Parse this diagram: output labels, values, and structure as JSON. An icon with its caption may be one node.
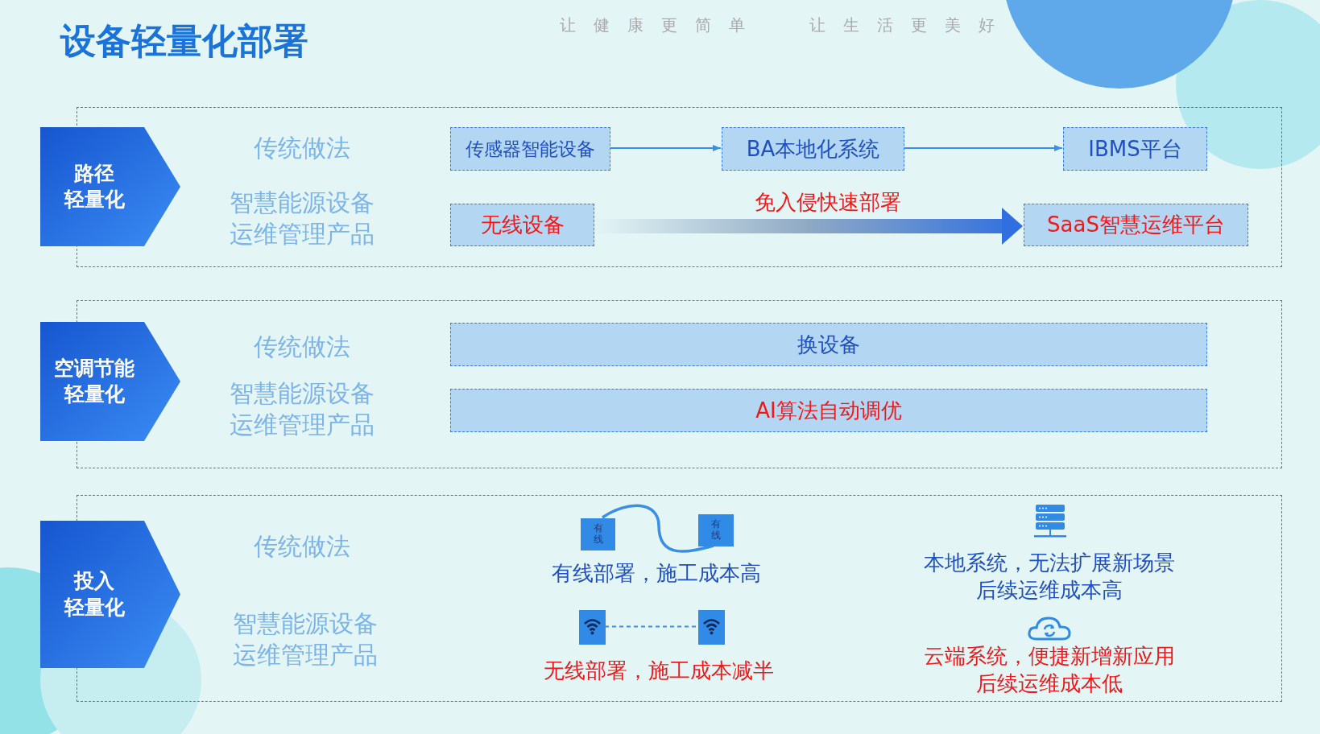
{
  "diagram": {
    "title": "设备轻量化部署",
    "nodes": [
      {
        "text": [],
        "shape": "box"
      },
      {
        "text": [
          "路径轻量化"
        ]
      },
      {
        "text": [
          "传感器智能设备"
        ],
        "in": 0
      },
      {
        "text": [
          "BA本地化系统"
        ],
        "in": 0
      },
      {
        "text": [
          "IBMS平台"
        ],
        "in": 0
      },
      {
        "text": [
          "无线设备"
        ],
        "in": 0
      },
      {
        "text": [
          "SaaS智慧运维平台"
        ],
        "in": 0
      },
      {
        "text": [],
        "shape": "box"
      },
      {
        "text": [
          "空调节能轻量化"
        ]
      },
      {
        "text": [
          "换设备"
        ],
        "in": 7
      },
      {
        "text": [
          "AI算法自动调优"
        ],
        "in": 7
      },
      {
        "text": [],
        "shape": "box"
      },
      {
        "text": [
          "投入轻量化"
        ]
      },
      {
        "text": [
          "有线"
        ],
        "in": 11
      },
      {
        "text": [
          "有线"
        ],
        "in": 11
      },
      {
        "text": [],
        "shape": "picture",
        "in": 11
      },
      {
        "text": [],
        "shape": "picture",
        "in": 11
      }
    ],
    "edges": [
      {
        "from": 2,
        "to": 3,
        "arrow": "to"
      },
      {
        "from": 3,
        "to": 4,
        "arrow": "to"
      },
      {
        "from": 5,
        "to": 6,
        "arrow": "to",
        "label": "免入侵快速部署",
        "style": "thick"
      },
      {
        "from": 13,
        "to": 14,
        "arrow": "none"
      },
      {
        "from": 15,
        "to": 16,
        "arrow": "none",
        "style": "dashed"
      }
    ],
    "labels": [
      "让健康更简单",
      "让生活更美好",
      "传统做法",
      "智慧能源设备运维管理产品",
      "传统做法",
      "智慧能源设备运维管理产品",
      "传统做法",
      "智慧能源设备运维管理产品",
      "有线部署，施工成本高",
      "本地系统，无法扩展新场景后续运维成本高",
      "无线部署，施工成本减半",
      "云端系统，便捷新增新应用后续运维成本低"
    ]
  }
}
